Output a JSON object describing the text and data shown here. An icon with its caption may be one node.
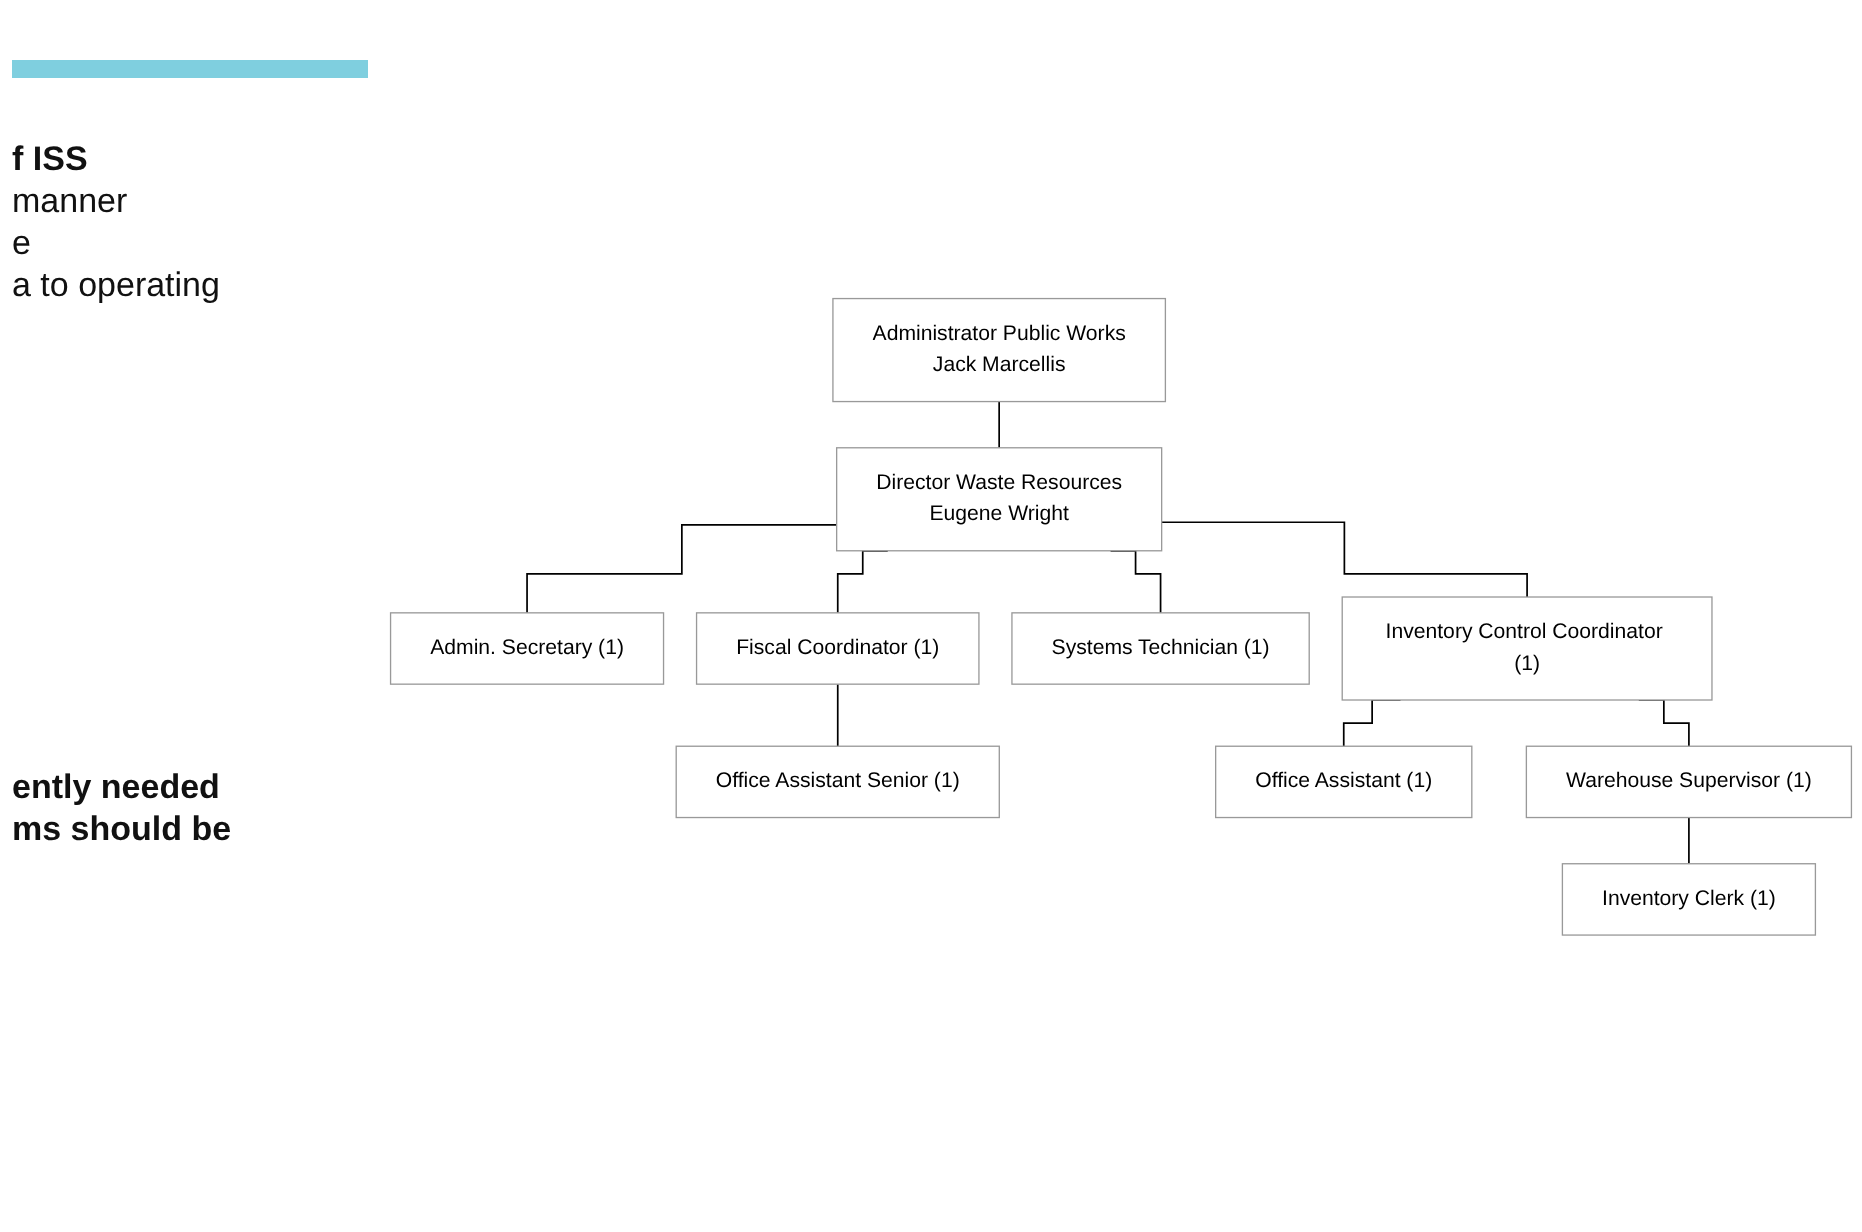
{
  "diagram": {
    "nodes": [
      {
        "text": [
          "Administrator Public Works",
          "Jack Marcellis"
        ]
      },
      {
        "text": [
          "Director Waste Resources",
          "Eugene Wright"
        ]
      },
      {
        "text": [
          "Admin. Secretary (1)"
        ]
      },
      {
        "text": [
          "Fiscal Coordinator (1)"
        ]
      },
      {
        "text": [
          "Office Assistant Senior (1)"
        ]
      },
      {
        "text": [
          "Systems Technician (1)"
        ]
      },
      {
        "text": [
          "Inventory Control Coordinator (1)"
        ]
      },
      {
        "text": [
          "Office Assistant (1)"
        ]
      },
      {
        "text": [
          "Warehouse Supervisor (1)"
        ]
      },
      {
        "text": [
          "Inventory Clerk (1)"
        ]
      }
    ],
    "edges": [
      {
        "from": 0,
        "to": 1,
        "arrow": "none"
      },
      {
        "from": 1,
        "to": 2,
        "arrow": "none"
      },
      {
        "from": 1,
        "to": 3,
        "arrow": "none"
      },
      {
        "from": 3,
        "to": 4,
        "arrow": "none"
      },
      {
        "from": 1,
        "to": 5,
        "arrow": "none"
      },
      {
        "from": 1,
        "to": 6,
        "arrow": "none"
      },
      {
        "from": 6,
        "to": 7,
        "arrow": "none"
      },
      {
        "from": 6,
        "to": 8,
        "arrow": "none"
      },
      {
        "from": 8,
        "to": 9,
        "arrow": "none"
      }
    ],
    "labels": [
      "f ISS",
      "manner",
      "e",
      "a to operating",
      "ently needed",
      "ms should be"
    ]
  }
}
